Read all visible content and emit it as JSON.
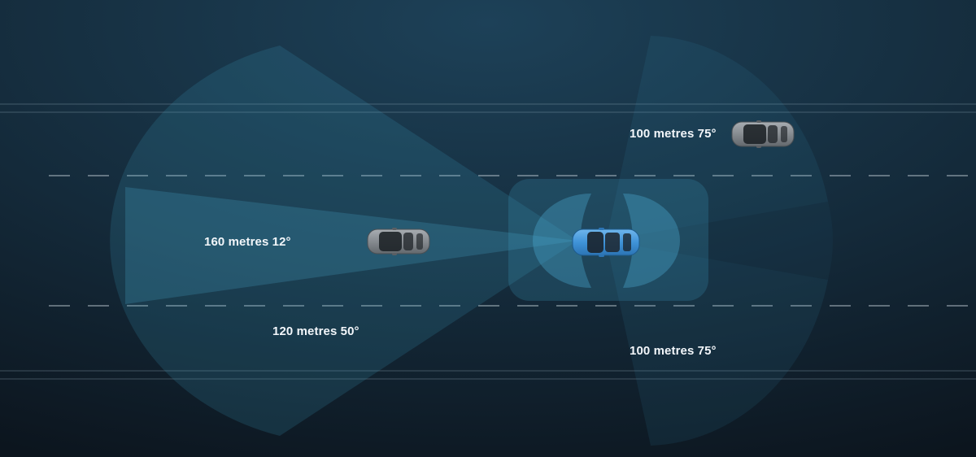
{
  "sensors": {
    "front_left_radar": {
      "label": "100 metres 75°",
      "range_m": 100,
      "angle_deg": 75
    },
    "long_range_radar": {
      "label": "160 metres 12°",
      "range_m": 160,
      "angle_deg": 12
    },
    "camera": {
      "label": "120 metres 50°",
      "range_m": 120,
      "angle_deg": 50
    },
    "front_right_radar": {
      "label": "100 metres 75°",
      "range_m": 100,
      "angle_deg": 75
    }
  },
  "colors": {
    "background_top": "#1b3a4f",
    "background_bottom": "#0d1720",
    "sensor_field": "#3f9fc4",
    "ego_car": "#4a9fe0",
    "other_car": "#8a8f94",
    "lane_line": "#c9d6df",
    "label_text": "#f2f6fa"
  },
  "icons": {
    "ego_vehicle": "car-top-view-icon",
    "other_vehicle": "car-top-view-icon"
  }
}
